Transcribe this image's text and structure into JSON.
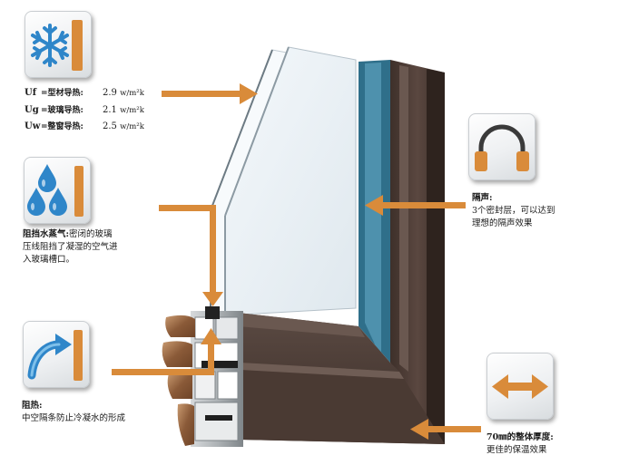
{
  "u_values": [
    {
      "symbol": "Uf",
      "label": "=型材导热:",
      "value": "2.9",
      "unit": "w/m²k"
    },
    {
      "symbol": "Ug",
      "label": "=玻璃导热:",
      "value": "2.1",
      "unit": "w/m²k"
    },
    {
      "symbol": "Uw",
      "label": "=整窗导热:",
      "value": "2.5",
      "unit": "w/m²k"
    }
  ],
  "vapor": {
    "title": "阻挡水蒸气:",
    "line1": "密闭的玻璃",
    "line2": "压线阻挡了凝湿的空气进",
    "line3": "入玻璃槽口。"
  },
  "heat": {
    "title": "阻热:",
    "line1": "中空隔条防止冷凝水的形成"
  },
  "sound": {
    "title": "隔声:",
    "line1": "3个密封层，可以达到",
    "line2": "理想的隔声效果"
  },
  "thickness": {
    "title": "70㎜的整体厚度:",
    "line1": "更佳的保温效果"
  },
  "icons": [
    "snowflake-icon",
    "water-drops-icon",
    "curved-arrow-icon",
    "headphones-icon",
    "double-arrow-icon"
  ],
  "colors": {
    "accent_orange": "#d98b3a",
    "frame_brown": "#4a3a33",
    "ice_blue": "#2f86c9"
  }
}
